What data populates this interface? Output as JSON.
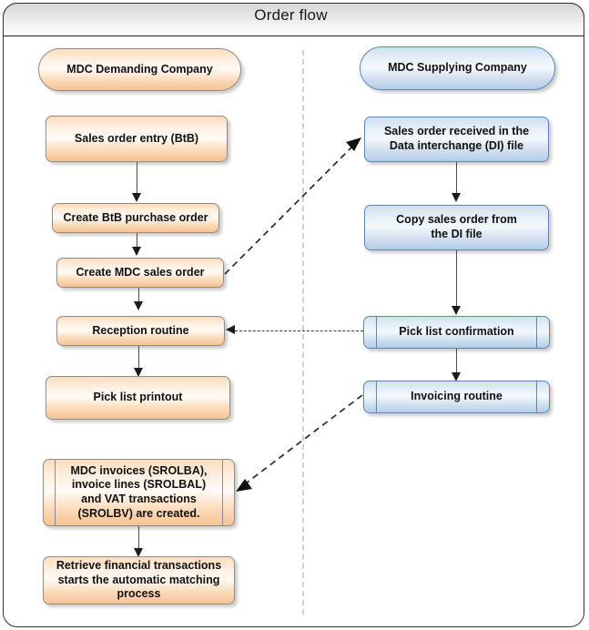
{
  "diagram": {
    "title": "Order flow",
    "type": "flowchart",
    "lanes": [
      {
        "id": "demanding",
        "header": "MDC Demanding Company",
        "color": "#f7c392"
      },
      {
        "id": "supplying",
        "header": "MDC Supplying Company",
        "color": "#b4cce6"
      }
    ],
    "colors": {
      "orange_fill": "#fbdcbd",
      "orange_border": "#8d8d8d",
      "blue_fill": "#cfe0f1",
      "blue_border": "#5b87b5",
      "connector": "#4a4a4a",
      "divider": "#d2d2d2",
      "header_band": "#e9e9e9"
    },
    "nodes": [
      {
        "id": "n1",
        "lane": "demanding",
        "shape": "terminator",
        "text": "MDC Demanding Company"
      },
      {
        "id": "n2",
        "lane": "demanding",
        "shape": "process",
        "text": "Sales order entry (BtB)"
      },
      {
        "id": "n3",
        "lane": "demanding",
        "shape": "process",
        "text": "Create BtB purchase order"
      },
      {
        "id": "n4",
        "lane": "demanding",
        "shape": "process",
        "text": "Create MDC sales order"
      },
      {
        "id": "n5",
        "lane": "demanding",
        "shape": "process",
        "text": "Reception routine"
      },
      {
        "id": "n6",
        "lane": "demanding",
        "shape": "process",
        "text": "Pick list printout"
      },
      {
        "id": "n7",
        "lane": "demanding",
        "shape": "predefined-process",
        "text": "MDC invoices (SROLBA), invoice lines (SROLBAL) and VAT transactions (SROLBV) are created."
      },
      {
        "id": "n8",
        "lane": "demanding",
        "shape": "process",
        "text": "Retrieve financial transactions starts the automatic matching process"
      },
      {
        "id": "n9",
        "lane": "supplying",
        "shape": "terminator",
        "text": "MDC Supplying Company"
      },
      {
        "id": "n10",
        "lane": "supplying",
        "shape": "process",
        "text": "Sales order received in the Data interchange (DI) file"
      },
      {
        "id": "n11",
        "lane": "supplying",
        "shape": "process",
        "text": "Copy sales order from the DI file"
      },
      {
        "id": "n12",
        "lane": "supplying",
        "shape": "predefined-process",
        "text": "Pick list confirmation"
      },
      {
        "id": "n13",
        "lane": "supplying",
        "shape": "predefined-process",
        "text": "Invoicing routine"
      }
    ],
    "edges": [
      {
        "from": "n2",
        "to": "n3",
        "style": "solid",
        "direction": "down"
      },
      {
        "from": "n3",
        "to": "n4",
        "style": "solid",
        "direction": "down"
      },
      {
        "from": "n4",
        "to": "n5",
        "style": "solid",
        "direction": "down"
      },
      {
        "from": "n5",
        "to": "n6",
        "style": "solid",
        "direction": "down"
      },
      {
        "from": "n7",
        "to": "n8",
        "style": "solid",
        "direction": "down"
      },
      {
        "from": "n10",
        "to": "n11",
        "style": "solid",
        "direction": "down"
      },
      {
        "from": "n11",
        "to": "n12",
        "style": "solid",
        "direction": "down"
      },
      {
        "from": "n12",
        "to": "n13",
        "style": "solid",
        "direction": "down"
      },
      {
        "from": "n4",
        "to": "n10",
        "style": "dashed",
        "direction": "up-right"
      },
      {
        "from": "n12",
        "to": "n5",
        "style": "dashed",
        "direction": "left"
      },
      {
        "from": "n13",
        "to": "n7",
        "style": "dashed",
        "direction": "down-left"
      }
    ]
  },
  "node_text": {
    "n1": "MDC Demanding Company",
    "n2": "Sales order entry (BtB)",
    "n3": "Create BtB purchase order",
    "n4": "Create MDC sales order",
    "n5": "Reception routine",
    "n6": "Pick list printout",
    "n7_line1": "MDC invoices (SROLBA),",
    "n7_line2": "invoice lines (SROLBAL)",
    "n7_line3": "and VAT transactions",
    "n7_line4": "(SROLBV) are created.",
    "n8_line1": "Retrieve financial transactions",
    "n8_line2": "starts the automatic matching",
    "n8_line3": "process",
    "n9": "MDC Supplying Company",
    "n10_line1": "Sales order received in the",
    "n10_line2": "Data interchange (DI) file",
    "n11_line1": "Copy sales order from",
    "n11_line2": "the DI file",
    "n12": "Pick list confirmation",
    "n13": "Invoicing routine"
  }
}
